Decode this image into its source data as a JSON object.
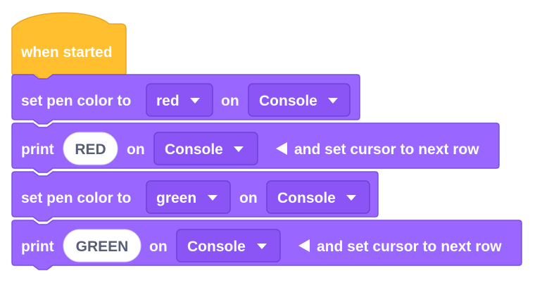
{
  "colors": {
    "event_fill": "#ffbf2e",
    "event_stroke": "#e8a427",
    "block_fill": "#9966ff",
    "block_stroke": "#7c4fe0",
    "dropdown_fill": "#8a55f4",
    "dropdown_stroke": "#6f40d6",
    "text": "#ffffff",
    "pill_text": "#575e75"
  },
  "hat": {
    "label": "when started"
  },
  "blocks": [
    {
      "kind": "set-pen",
      "label": "set pen color to",
      "color_value": "red",
      "on_label": "on",
      "target": "Console"
    },
    {
      "kind": "print",
      "label": "print",
      "text_value": "RED",
      "on_label": "on",
      "target": "Console",
      "cursor_label": "and set cursor to next row",
      "cursor_icon": "triangle-left-icon"
    },
    {
      "kind": "set-pen",
      "label": "set pen color to",
      "color_value": "green",
      "on_label": "on",
      "target": "Console"
    },
    {
      "kind": "print",
      "label": "print",
      "text_value": "GREEN",
      "on_label": "on",
      "target": "Console",
      "cursor_label": "and set cursor to next row",
      "cursor_icon": "triangle-left-icon"
    }
  ],
  "icons": {
    "dropdown": "caret-down-icon",
    "cursor": "triangle-left-icon"
  }
}
